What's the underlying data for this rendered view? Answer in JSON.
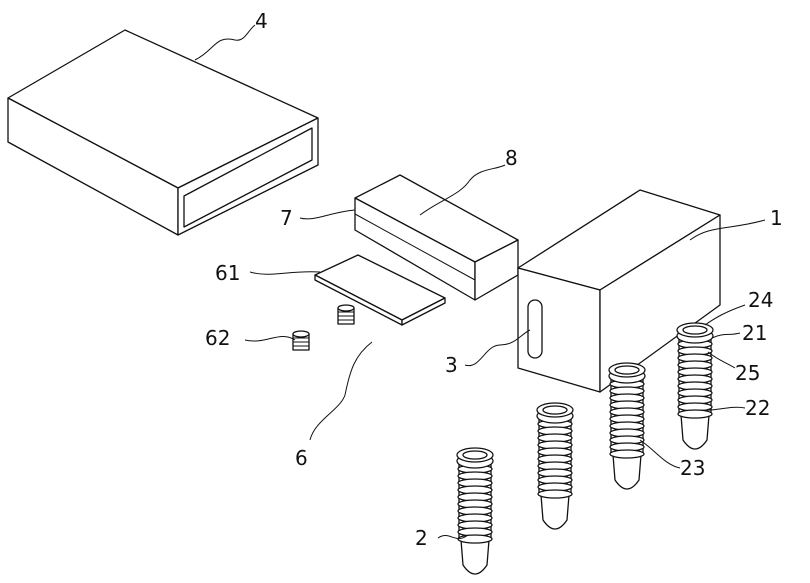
{
  "figure": {
    "labels": {
      "housing_cover": "4",
      "cover_block": "8",
      "cover_block_edge": "7",
      "main_body": "1",
      "plate": "61",
      "spring": "62",
      "slot": "3",
      "assembly": "6",
      "tube_top_ring": "24",
      "tube_head": "21",
      "tube_groove": "25",
      "tube_tip": "22",
      "tube_thread": "23",
      "tube": "2"
    }
  }
}
